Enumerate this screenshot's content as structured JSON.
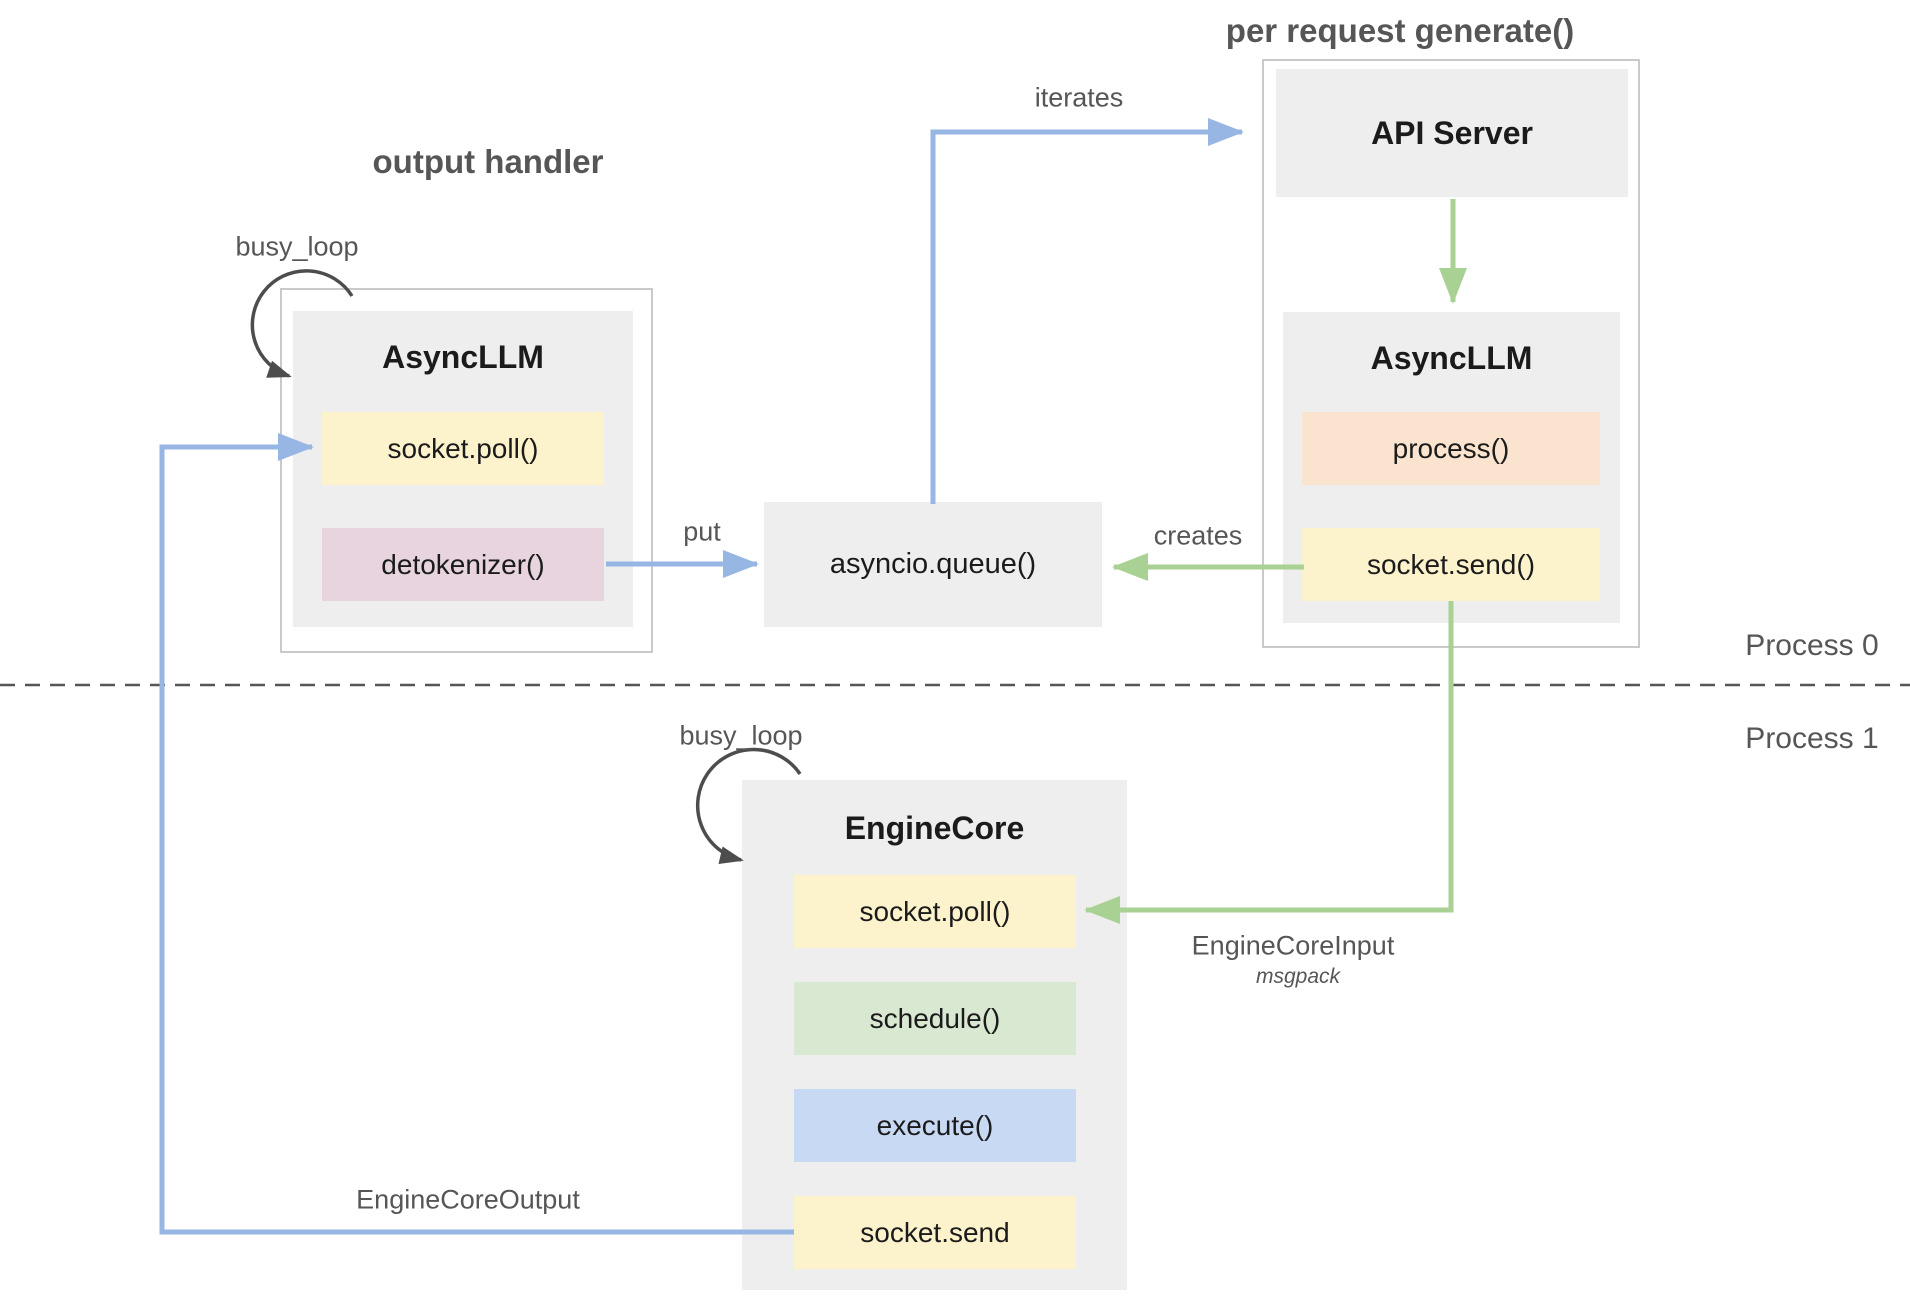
{
  "colors": {
    "blue-arrow": "#97b6e3",
    "green-arrow": "#a9d193",
    "dark-arrow": "#4d4d4d",
    "box-gray": "#eeeeee",
    "row-yellow": "#fcf2cc",
    "row-pink": "#e7d4de",
    "row-orange": "#fae4cf",
    "row-green": "#d9e9d1",
    "row-blue": "#c8d9f3",
    "container-border": "#c9c9c9",
    "label-gray": "#565656",
    "text-dark": "#1b1b1b"
  },
  "labels": {
    "output_handler": "output handler",
    "per_request_generate": "per request generate()",
    "busy_loop_left": "busy_loop",
    "busy_loop_right": "busy_loop",
    "iterates": "iterates",
    "put": "put",
    "creates": "creates",
    "engine_core_input": "EngineCoreInput",
    "msgpack": "msgpack",
    "engine_core_output": "EngineCoreOutput",
    "process0": "Process 0",
    "process1": "Process 1"
  },
  "boxes": {
    "api_server": {
      "title": "API Server"
    },
    "async_llm_left": {
      "title": "AsyncLLM",
      "rows": [
        {
          "label": "socket.poll()"
        },
        {
          "label": "detokenizer()"
        }
      ]
    },
    "async_llm_right": {
      "title": "AsyncLLM",
      "rows": [
        {
          "label": "process()"
        },
        {
          "label": "socket.send()"
        }
      ]
    },
    "queue": {
      "label": "asyncio.queue()"
    },
    "engine_core": {
      "title": "EngineCore",
      "rows": [
        {
          "label": "socket.poll()"
        },
        {
          "label": "schedule()"
        },
        {
          "label": "execute()"
        },
        {
          "label": "socket.send"
        }
      ]
    }
  }
}
